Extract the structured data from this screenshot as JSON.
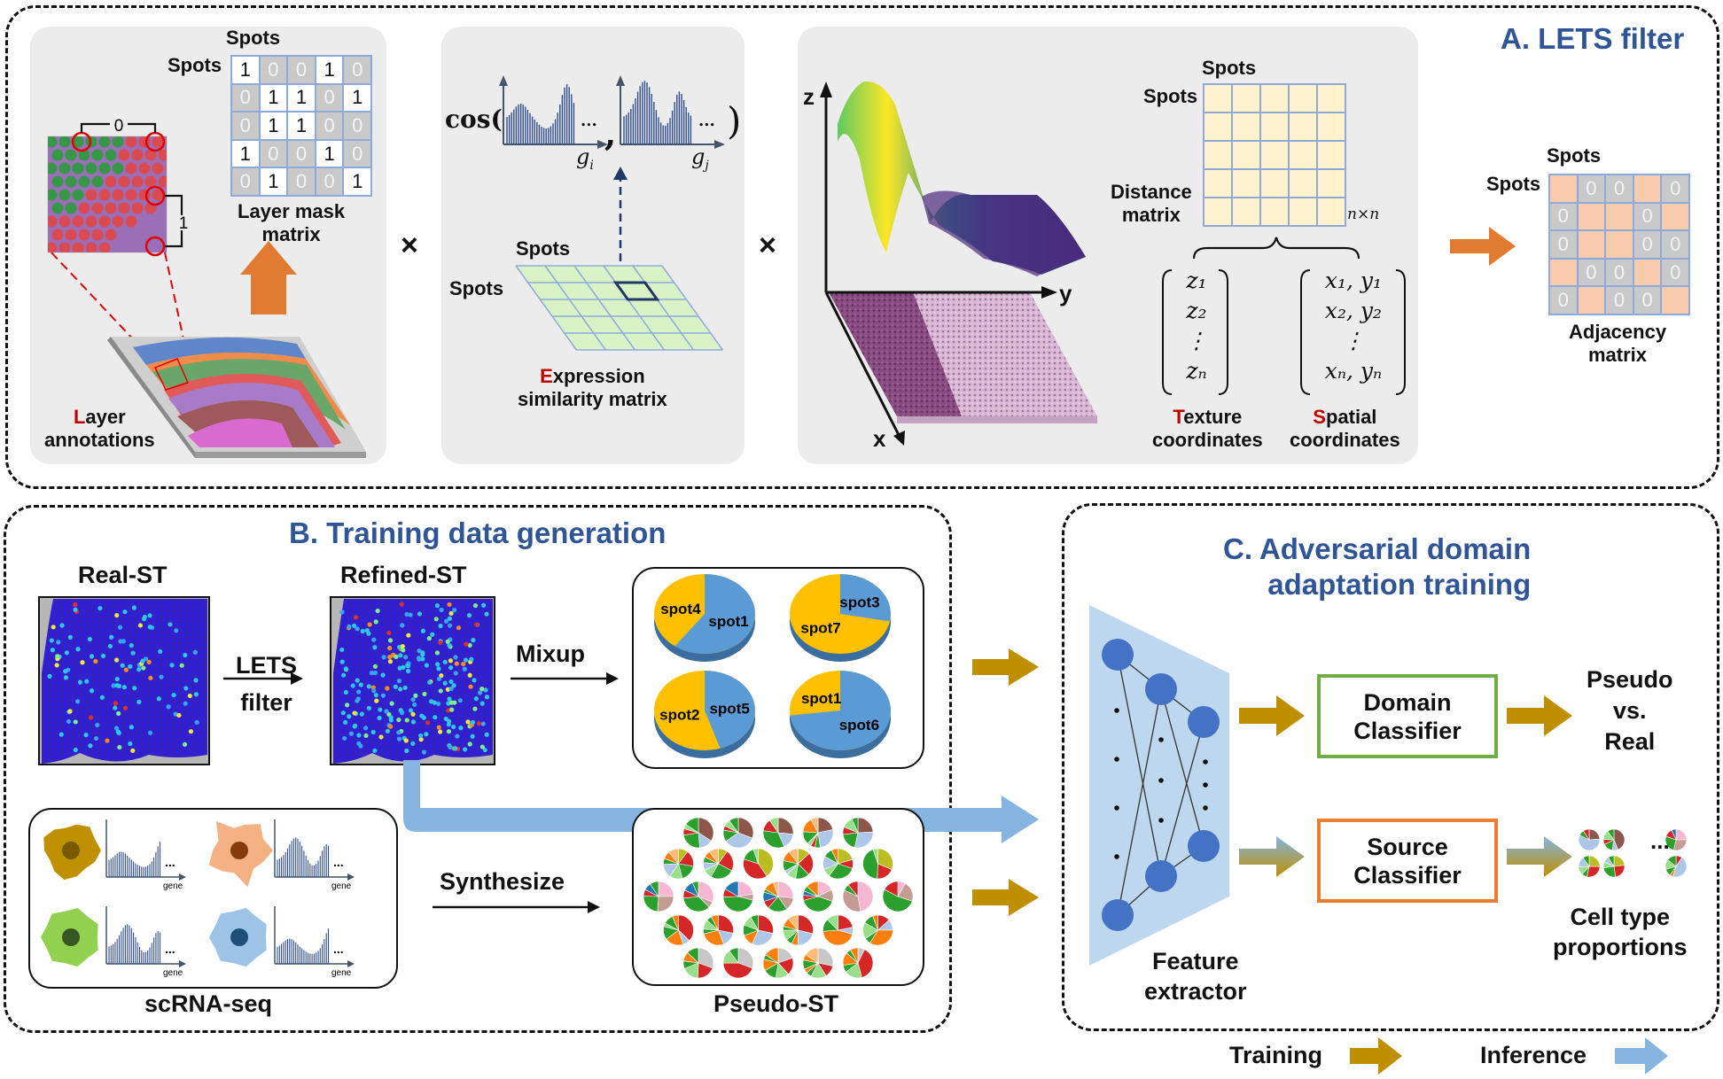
{
  "panels": {
    "a": {
      "title": "A. LETS filter",
      "layer_mask": {
        "col_label": "Spots",
        "row_label": "Spots",
        "caption_line1": "Layer mask",
        "caption_line2": "matrix",
        "values": [
          [
            1,
            0,
            0,
            1,
            0
          ],
          [
            0,
            1,
            1,
            0,
            1
          ],
          [
            0,
            1,
            1,
            0,
            0
          ],
          [
            1,
            0,
            0,
            1,
            0
          ],
          [
            0,
            1,
            0,
            0,
            1
          ]
        ],
        "bracket_top_value": "0",
        "bracket_side_value": "1"
      },
      "layer_annotations": {
        "first_letter": "L",
        "rest_line1": "ayer",
        "line2": "annotations"
      },
      "multiply_symbol": "×",
      "expression": {
        "cos_label": "cos(",
        "close_paren": ")",
        "comma": ",",
        "ellipsis": "...",
        "gi": "g",
        "gi_sub": "i",
        "gj": "g",
        "gj_sub": "j",
        "col_label": "Spots",
        "row_label": "Spots",
        "first_letter": "E",
        "rest_line1": "xpression",
        "line2": "similarity matrix"
      },
      "distance": {
        "axis_z": "z",
        "axis_y": "y",
        "axis_x": "x",
        "col_label": "Spots",
        "row_label": "Spots",
        "caption_line1": "Distance",
        "caption_line2": "matrix",
        "size_label": "n×n",
        "texture_vector": [
          "z₁",
          "z₂",
          "⋮",
          "zₙ"
        ],
        "spatial_vector": [
          "x₁, y₁",
          "x₂, y₂",
          "⋮",
          "xₙ, yₙ"
        ],
        "texture_first_letter": "T",
        "texture_rest": "exture",
        "texture_line2": "coordinates",
        "spatial_first_letter": "S",
        "spatial_rest": "patial",
        "spatial_line2": "coordinates"
      },
      "adjacency": {
        "col_label": "Spots",
        "row_label": "Spots",
        "caption_line1": "Adjacency",
        "caption_line2": "matrix",
        "zero_text": "0"
      }
    },
    "b": {
      "title": "B. Training data generation",
      "real_st": "Real-ST",
      "refined_st": "Refined-ST",
      "lets_line1": "LETS",
      "lets_line2": "filter",
      "mixup": "Mixup",
      "mix_pies": [
        {
          "yellow": "spot4",
          "blue": "spot1",
          "blue_fraction": 0.6
        },
        {
          "yellow": "spot7",
          "blue": "spot3",
          "blue_fraction": 0.28
        },
        {
          "yellow": "spot2",
          "blue": "spot5",
          "blue_fraction": 0.45
        },
        {
          "yellow": "spot1",
          "blue": "spot6",
          "blue_fraction": 0.73
        }
      ],
      "synthesize": "Synthesize",
      "scrna_label": "scRNA-seq",
      "gene_label": "gene",
      "ellipsis": "...",
      "pseudo_st": "Pseudo-ST",
      "pseudo_rows": [
        5,
        6,
        7,
        6,
        5
      ]
    },
    "c": {
      "title_line1": "C. Adversarial domain",
      "title_line2": "adaptation training",
      "feature_line1": "Feature",
      "feature_line2": "extractor",
      "domain_line1": "Domain",
      "domain_line2": "Classifier",
      "source_line1": "Source",
      "source_line2": "Classifier",
      "pseudo_vs_real": [
        "Pseudo",
        "vs.",
        "Real"
      ],
      "celltype_line1": "Cell type",
      "celltype_line2": "proportions",
      "ellipsis": "..."
    }
  },
  "legend": {
    "training": "Training",
    "inference": "Inference"
  },
  "colors": {
    "title_blue": "#2f5597",
    "training_arrow": "#bf8f00",
    "inference_arrow": "#85b4e0",
    "orange_arrow": "#e07b31",
    "domain_border": "#70ad47",
    "source_border": "#ed7d31",
    "pie_yellow": "#ffc000",
    "pie_blue": "#5b9bd5",
    "node_blue": "#4472c4",
    "extractor_fill": "#bdd7ee"
  }
}
